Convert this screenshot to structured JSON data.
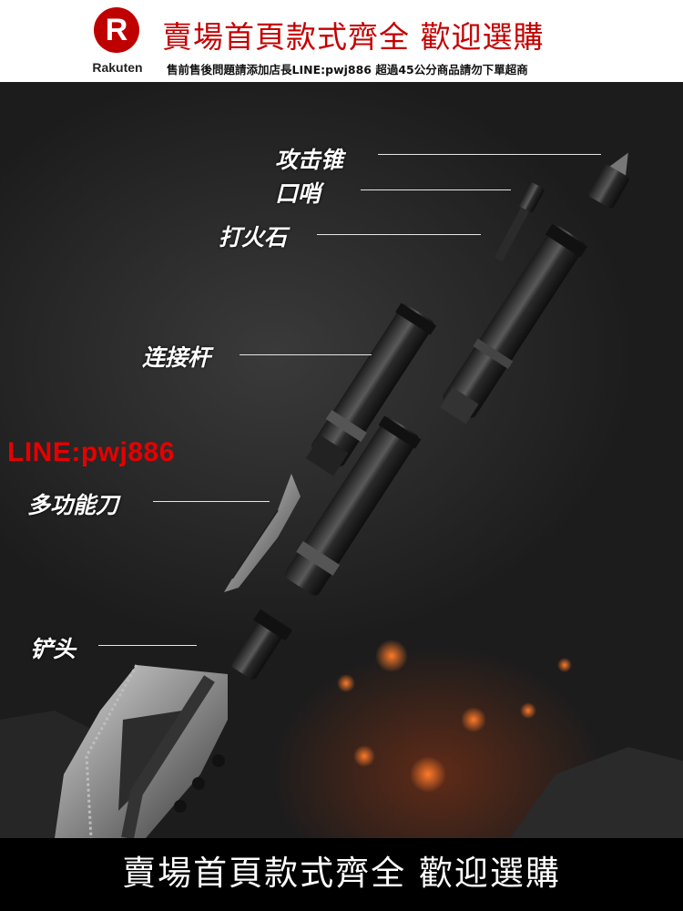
{
  "banner": {
    "logo_letter": "R",
    "logo_text": "Rakuten",
    "title": "賣場首頁款式齊全  歡迎選購",
    "subtitle": "售前售後問題請添加店長LINE:pwj886 超過45公分商品請勿下單超商"
  },
  "labels": {
    "hammer": "攻击锥",
    "whistle": "口哨",
    "flint": "打火石",
    "connecting_rod": "连接杆",
    "multi_knife": "多功能刀",
    "shovel_head": "铲头"
  },
  "line_id": "LINE:pwj886",
  "footer": {
    "title": "賣場首頁款式齊全  歡迎選購"
  },
  "colors": {
    "brand_red": "#bf0000",
    "line_red": "#e60000"
  }
}
